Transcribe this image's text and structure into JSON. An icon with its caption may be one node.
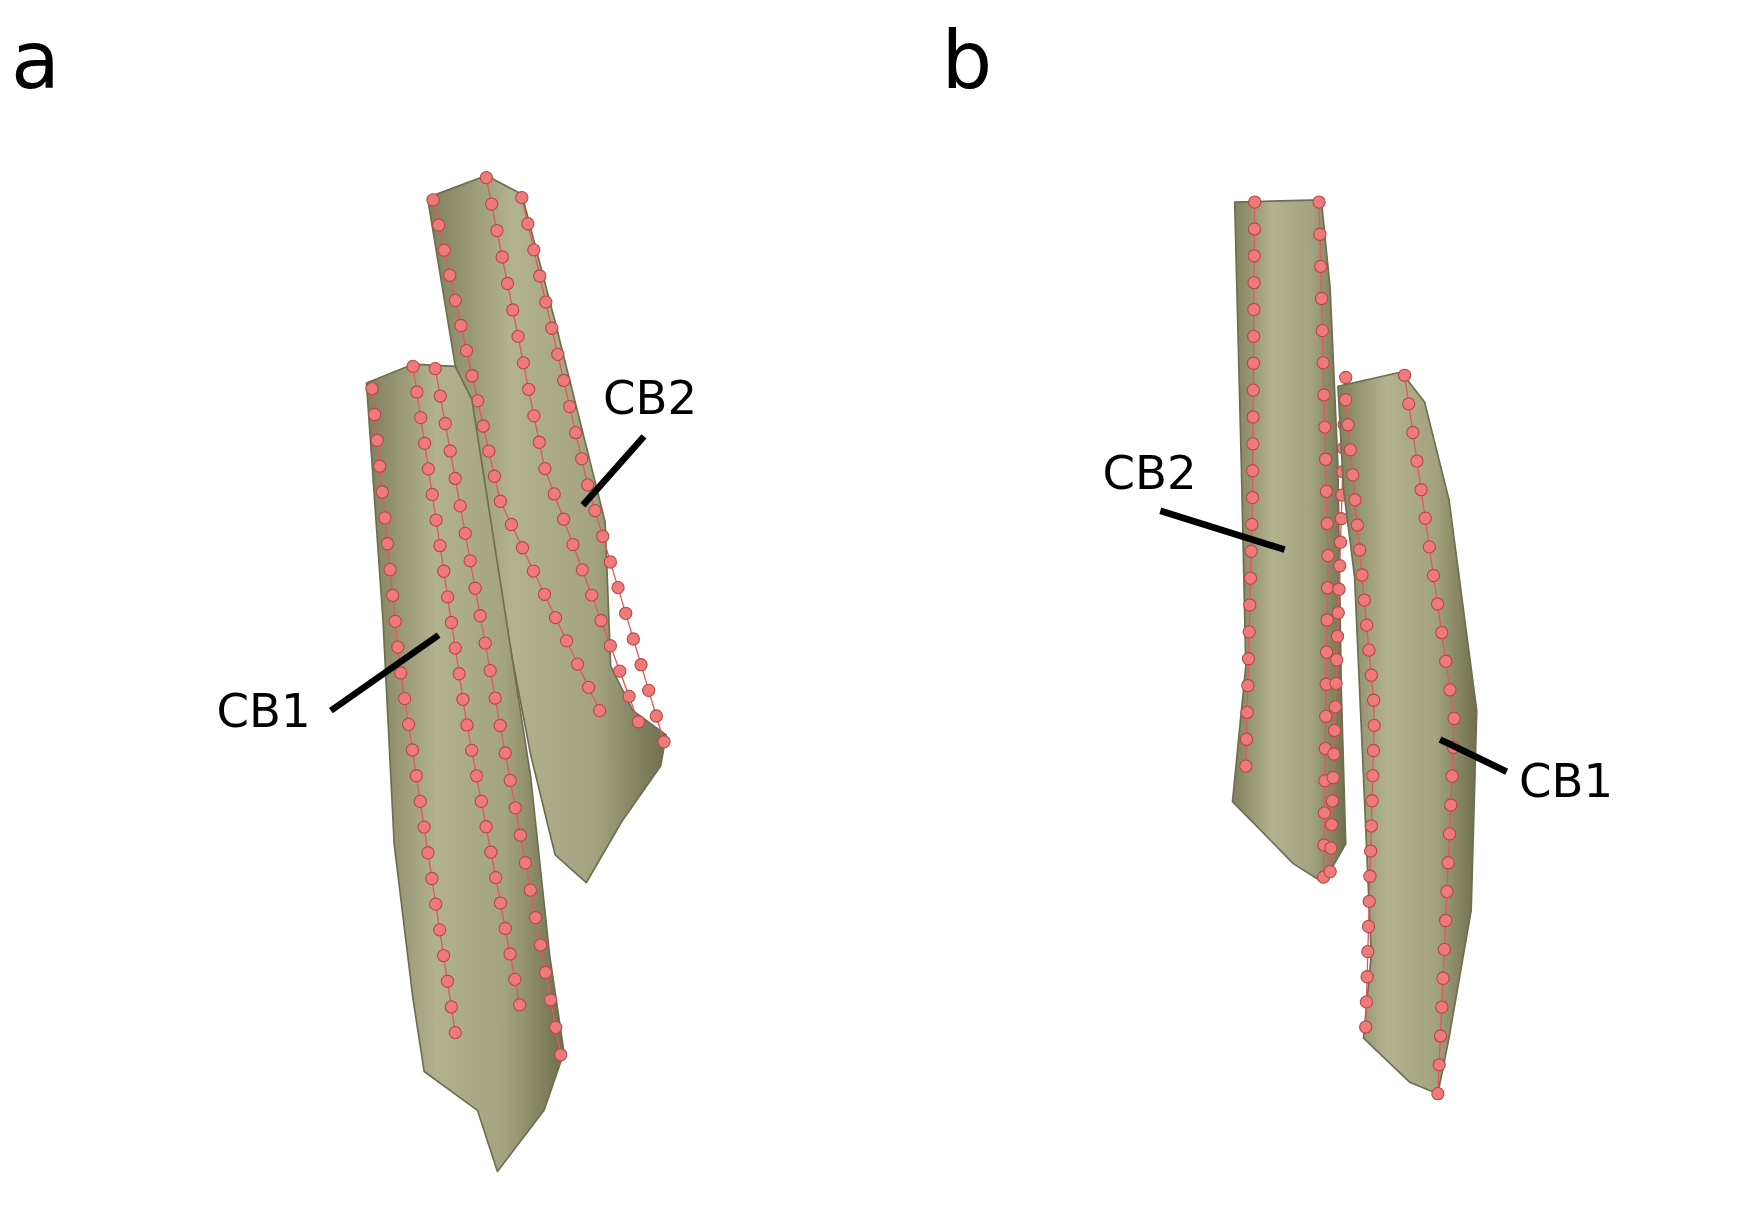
{
  "diagram": {
    "nodes": [
      {
        "text": [
          "CB2"
        ]
      },
      {
        "text": [],
        "shape": "picture"
      },
      {
        "text": [
          "CB1"
        ]
      },
      {
        "text": [],
        "shape": "picture"
      },
      {
        "text": [
          "CB2"
        ]
      },
      {
        "text": [],
        "shape": "picture"
      },
      {
        "text": [
          "CB1"
        ]
      },
      {
        "text": [],
        "shape": "picture"
      }
    ],
    "edges": [
      {
        "from": 0,
        "to": 1,
        "arrow": "none"
      },
      {
        "from": 2,
        "to": 3,
        "arrow": "none"
      },
      {
        "from": 4,
        "to": 5,
        "arrow": "none"
      },
      {
        "from": 6,
        "to": 7,
        "arrow": "none"
      }
    ],
    "labels": [
      "a",
      "b"
    ]
  }
}
